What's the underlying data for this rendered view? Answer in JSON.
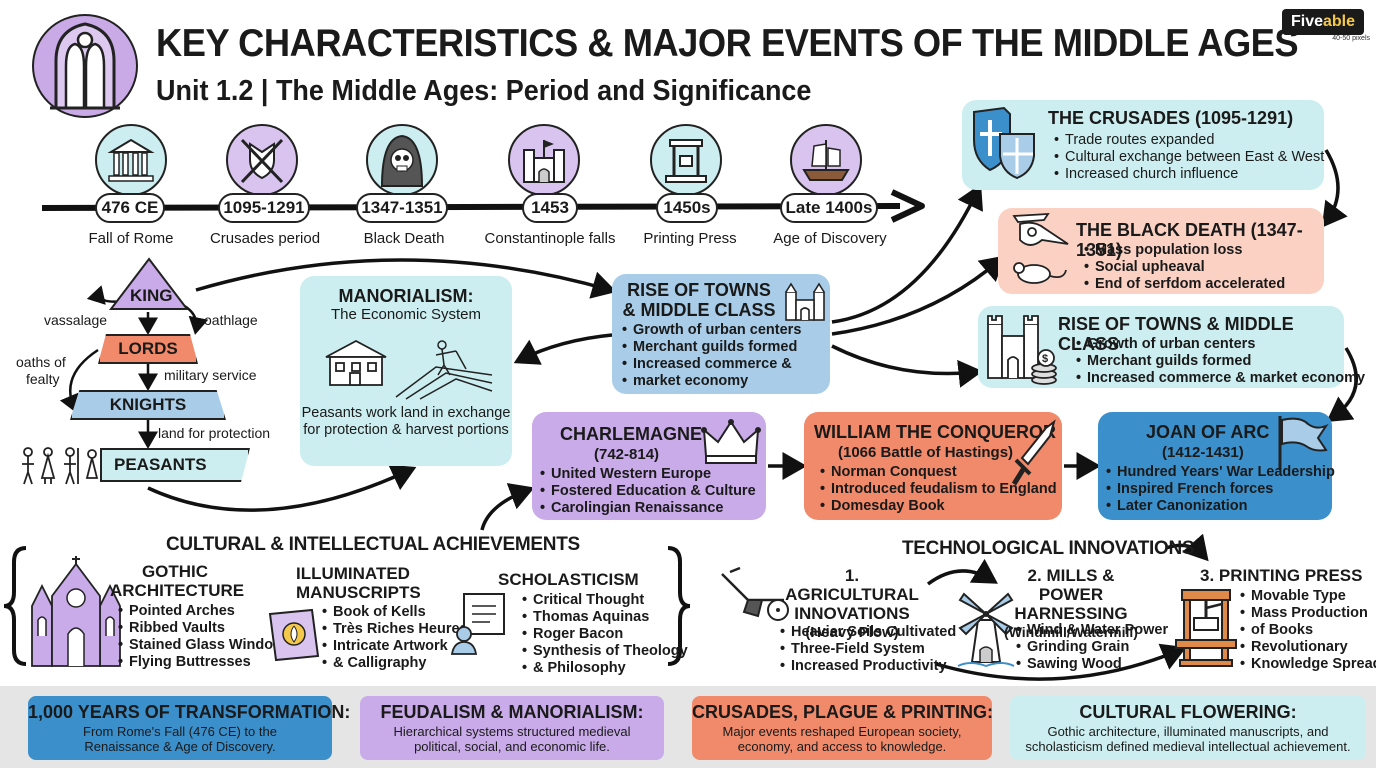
{
  "header": {
    "title": "KEY CHARACTERISTICS & MAJOR EVENTS OF THE MIDDLE AGES",
    "subtitle": "Unit 1.2 | The Middle Ages: Period and Significance",
    "icon": "gothic-window-icon",
    "brand": {
      "name_a": "Five",
      "name_b": "able",
      "tag": "40-50 pixels"
    }
  },
  "timeline": [
    {
      "date": "476 CE",
      "label": "Fall of Rome",
      "icon": "temple-icon",
      "color": "#cdeef0"
    },
    {
      "date": "1095-1291",
      "label": "Crusades period",
      "icon": "crossed-swords-icon",
      "color": "#d9c4ef"
    },
    {
      "date": "1347-1351",
      "label": "Black Death",
      "icon": "skull-icon",
      "color": "#cdeef0"
    },
    {
      "date": "1453",
      "label": "Constantinople falls",
      "icon": "castle-icon",
      "color": "#d9c4ef"
    },
    {
      "date": "1450s",
      "label": "Printing Press",
      "icon": "printing-press-icon",
      "color": "#cdeef0"
    },
    {
      "date": "Late 1400s",
      "label": "Age of Discovery",
      "icon": "ship-icon",
      "color": "#d9c4ef"
    }
  ],
  "feudal": {
    "king": "KING",
    "lords": "LORDS",
    "knights": "KNIGHTS",
    "peasants": "PEASANTS",
    "vassalage": "vassalage",
    "oathlage": "oathlage",
    "oaths_line1": "oaths of",
    "oaths_line2": "fealty",
    "military": "military service",
    "land": "land for protection"
  },
  "manorialism": {
    "title": "MANORIALISM:",
    "subtitle": "The Economic System",
    "body": "Peasants work land in exchange for protection & harvest portions"
  },
  "rise_center": {
    "title_line1": "RISE OF TOWNS",
    "title_line2": "& MIDDLE CLASS",
    "items": [
      "Growth of urban centers",
      "Merchant guilds formed",
      "Increased commerce &",
      "market economy"
    ]
  },
  "crusades": {
    "title": "THE CRUSADES (1095-1291)",
    "items": [
      "Trade routes expanded",
      "Cultural exchange between East & West",
      "Increased church influence"
    ]
  },
  "black_death": {
    "title": "THE BLACK DEATH (1347-1351)",
    "items": [
      "Mass population loss",
      "Social upheaval",
      "End of serfdom accelerated"
    ]
  },
  "rise_right": {
    "title": "RISE OF TOWNS & MIDDLE CLASS",
    "items": [
      "Growth of urban centers",
      "Merchant guilds formed",
      "Increased commerce & market economy"
    ]
  },
  "charlemagne": {
    "title": "CHARLEMAGNE",
    "dates": "(742-814)",
    "items": [
      "United Western Europe",
      "Fostered Education & Culture",
      "Carolingian Renaissance"
    ]
  },
  "william": {
    "title": "WILLIAM THE CONQUEROR",
    "dates": "(1066 Battle of Hastings)",
    "items": [
      "Norman Conquest",
      "Introduced feudalism to England",
      "Domesday Book"
    ]
  },
  "joan": {
    "title": "JOAN OF ARC",
    "dates": "(1412-1431)",
    "items": [
      "Hundred Years' War Leadership",
      "Inspired French forces",
      "Later Canonization"
    ]
  },
  "cultural": {
    "title": "CULTURAL & INTELLECTUAL ACHIEVEMENTS",
    "gothic": {
      "title_line1": "GOTHIC",
      "title_line2": "ARCHITECTURE",
      "items": [
        "Pointed Arches",
        "Ribbed Vaults",
        "Stained Glass Windows",
        "Flying Buttresses"
      ]
    },
    "manuscripts": {
      "title_line1": "ILLUMINATED",
      "title_line2": "MANUSCRIPTS",
      "items": [
        "Book of Kells",
        "Très Riches Heures",
        "Intricate Artwork",
        "& Calligraphy"
      ]
    },
    "scholasticism": {
      "title": "SCHOLASTICISM",
      "items": [
        "Critical Thought",
        "Thomas Aquinas",
        "Roger Bacon",
        "Synthesis of Theology",
        "& Philosophy"
      ]
    }
  },
  "tech": {
    "title": "TECHNOLOGICAL INNOVATIONS",
    "agri": {
      "title_line1": "1. AGRICULTURAL",
      "title_line2": "INNOVATIONS",
      "sub": "(Heavy Plow)",
      "items": [
        "Heavier Soils Cultivated",
        "Three-Field System",
        "Increased Productivity"
      ]
    },
    "mills": {
      "title_line1": "2. MILLS & POWER",
      "title_line2": "HARNESSING",
      "sub": "(Windmill/Watermill)",
      "items": [
        "Wind & Water Power",
        "Grinding Grain",
        "Sawing Wood"
      ]
    },
    "press": {
      "title": "3. PRINTING PRESS",
      "items": [
        "Movable Type",
        "Mass Production",
        "of Books",
        "Revolutionary",
        "Knowledge Spread"
      ]
    }
  },
  "bottom": [
    {
      "title": "1,000 YEARS OF TRANSFORMATION:",
      "body": "From Rome's Fall (476 CE) to the Renaissance & Age of Discovery.",
      "color": "#3b8fca"
    },
    {
      "title": "FEUDALISM & MANORIALISM:",
      "body": "Hierarchical systems structured medieval political, social, and economic life.",
      "color": "#c8abe8"
    },
    {
      "title": "CRUSADES, PLAGUE & PRINTING:",
      "body": "Major events reshaped European society, economy, and access to knowledge.",
      "color": "#f08a6b"
    },
    {
      "title": "CULTURAL FLOWERING:",
      "body": "Gothic architecture, illuminated manuscripts, and scholasticism defined medieval intellectual achievement.",
      "color": "#cdeef0"
    }
  ]
}
